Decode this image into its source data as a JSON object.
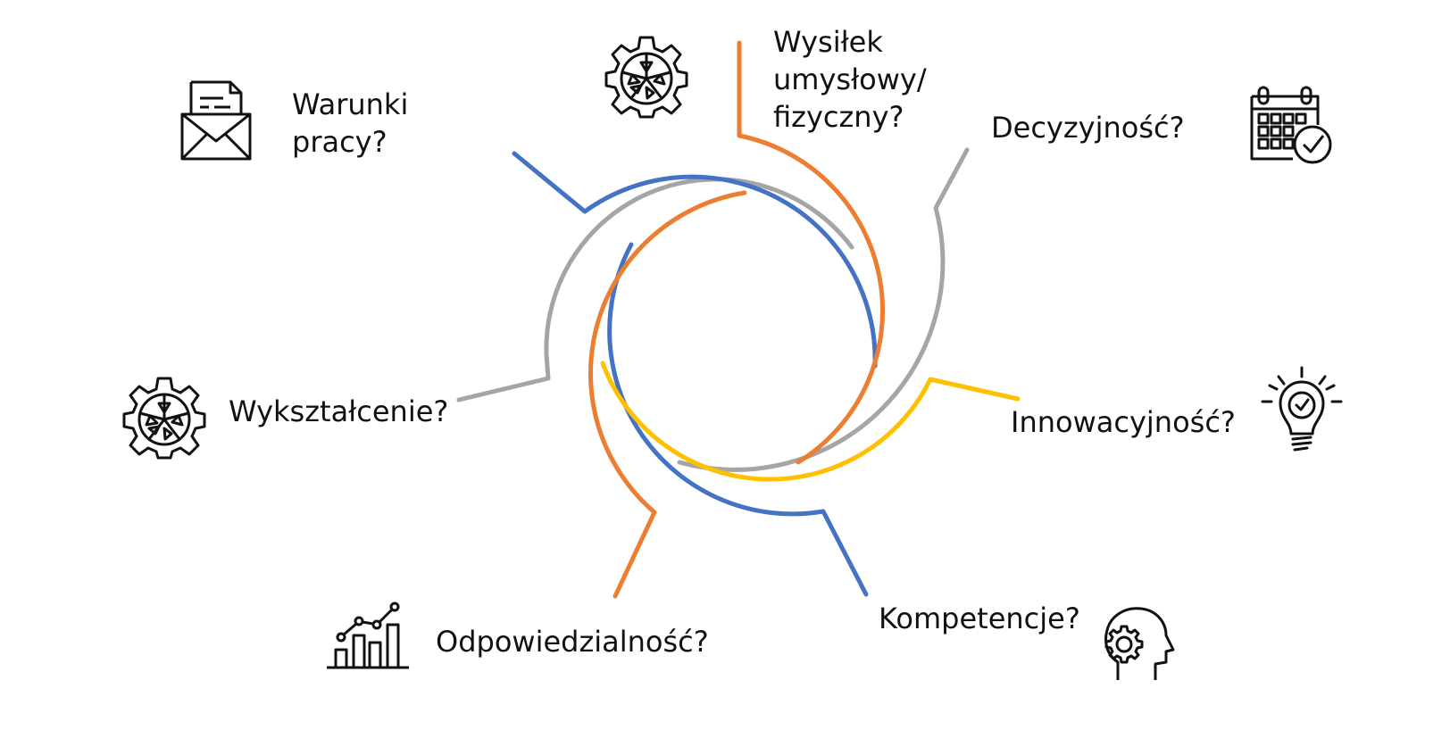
{
  "labels": {
    "warunki_line1": "Warunki",
    "warunki_line2": "pracy?",
    "wysilek_line1": "Wysiłek",
    "wysilek_line2": "umysłowy/",
    "wysilek_line3": "fizyczny?",
    "decyzyjnosc": "Decyzyjność?",
    "wyksztalcenie": "Wykształcenie?",
    "innowacyjnosc": "Innowacyjność?",
    "odpowiedzialnosc": "Odpowiedzialność?",
    "kompetencje": "Kompetencje?"
  },
  "colors": {
    "blue": "#4472C4",
    "orange": "#ED7D31",
    "gray": "#A5A5A5",
    "yellow": "#FFC000",
    "icon": "#111111"
  },
  "icons": [
    "envelope-icon",
    "gear-icon",
    "calendar-check-icon",
    "gear-icon",
    "lightbulb-icon",
    "bar-chart-icon",
    "head-gear-icon"
  ]
}
